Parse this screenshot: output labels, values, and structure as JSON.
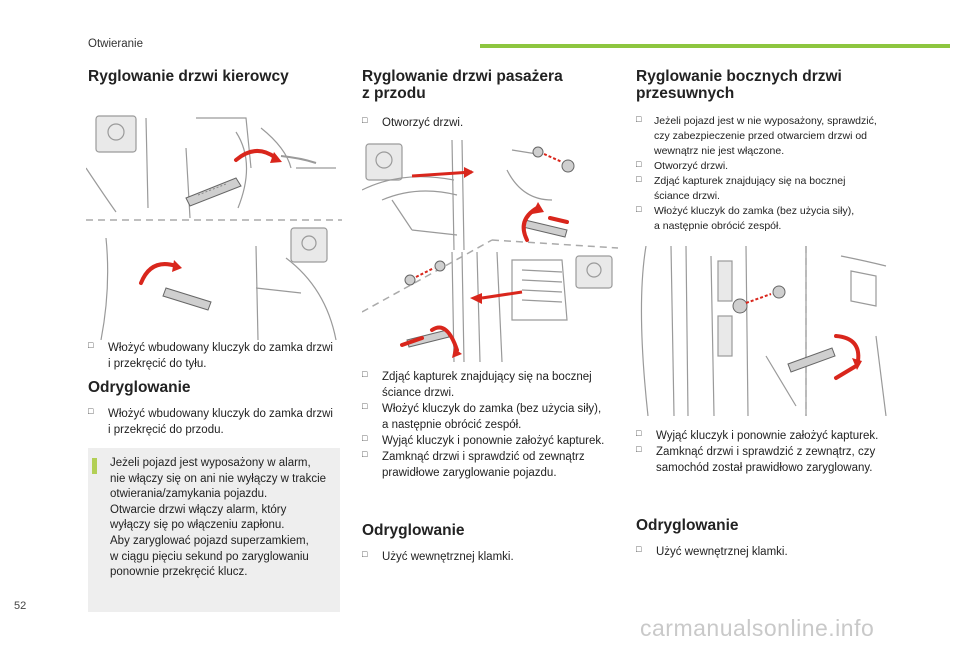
{
  "header": {
    "section": "Otwieranie",
    "accent_color": "#8dc63f"
  },
  "col1": {
    "title": "Ryglowanie drzwi kierowcy",
    "step1": [
      "Włożyć wbudowany kluczyk do zamka drzwi",
      "i przekręcić do tyłu."
    ],
    "unlock_title": "Odryglowanie",
    "step2": [
      "Włożyć wbudowany kluczyk do zamka drzwi",
      "i przekręcić do przodu."
    ],
    "info_lines": [
      "Jeżeli pojazd jest wyposażony w alarm,",
      "nie włączy się on ani nie wyłączy w trakcie",
      "otwierania/zamykania pojazdu.",
      "Otwarcie drzwi włączy alarm, który",
      "wyłączy się po włączeniu zapłonu.",
      "Aby zaryglować pojazd superzamkiem,",
      "w ciągu pięciu sekund po zaryglowaniu",
      "ponownie przekręcić klucz."
    ]
  },
  "col2": {
    "title_lines": [
      "Ryglowanie drzwi pasażera",
      "z przodu"
    ],
    "step0": "Otworzyć drzwi.",
    "steps": [
      [
        "Zdjąć kapturek znajdujący się na bocznej",
        "ściance drzwi."
      ],
      [
        "Włożyć kluczyk do zamka (bez użycia siły),",
        "a następnie obrócić zespół."
      ],
      [
        "Wyjąć kluczyk i ponownie założyć kapturek."
      ],
      [
        "Zamknąć drzwi i sprawdzić od zewnątrz",
        "prawidłowe zaryglowanie pojazdu."
      ]
    ],
    "unlock_title": "Odryglowanie",
    "unlock_step": "Użyć wewnętrznej klamki."
  },
  "col3": {
    "title_lines": [
      "Ryglowanie bocznych drzwi",
      "przesuwnych"
    ],
    "steps": [
      [
        "Jeżeli pojazd jest w nie wyposażony, sprawdzić,",
        "czy zabezpieczenie przed otwarciem drzwi od",
        "wewnątrz nie jest włączone."
      ],
      [
        "Otworzyć drzwi."
      ],
      [
        "Zdjąć kapturek znajdujący się na bocznej",
        "ściance drzwi."
      ],
      [
        "Włożyć kluczyk do zamka (bez użycia siły),",
        "a następnie obrócić zespół."
      ]
    ],
    "steps2": [
      [
        "Wyjąć kluczyk i ponownie założyć kapturek."
      ],
      [
        "Zamknąć drzwi i sprawdzić z zewnątrz, czy",
        "samochód został prawidłowo zaryglowany."
      ]
    ],
    "unlock_title": "Odryglowanie",
    "unlock_step": "Użyć wewnętrznej klamki."
  },
  "footer": {
    "page_number": "52",
    "watermark": "carmanualsonline.info"
  }
}
